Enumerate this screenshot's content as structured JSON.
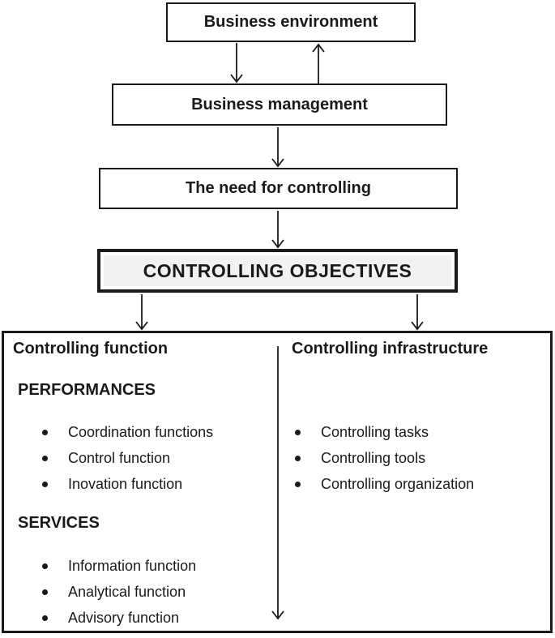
{
  "flow": {
    "business_environment": "Business environment",
    "business_management": "Business management",
    "need_for_controlling": "The need for controlling",
    "controlling_objectives": "CONTROLLING OBJECTIVES"
  },
  "panel": {
    "left": {
      "heading": "Controlling function",
      "performances_title": "PERFORMANCES",
      "performances_items": [
        "Coordination functions",
        "Control function",
        "Inovation function"
      ],
      "services_title": "SERVICES",
      "services_items": [
        "Information function",
        "Analytical function",
        "Advisory function"
      ]
    },
    "right": {
      "heading": "Controlling infrastructure",
      "items": [
        "Controlling tasks",
        "Controlling tools",
        "Controlling organization"
      ]
    }
  },
  "colors": {
    "line": "#1a1a1a",
    "text": "#1a1a1a",
    "background": "#ffffff",
    "objectives_fill": "#f2f2f2"
  }
}
